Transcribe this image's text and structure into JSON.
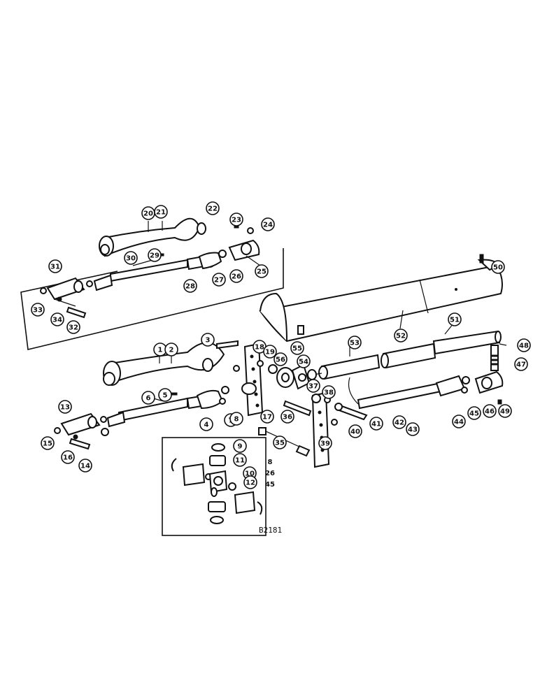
{
  "figure": {
    "reference_code": "B2181",
    "part_numbers": [
      "1",
      "2",
      "3",
      "5",
      "6",
      "4",
      "7",
      "8",
      "9",
      "10",
      "11",
      "12",
      "13",
      "14",
      "15",
      "16",
      "17",
      "18",
      "19",
      "20",
      "21",
      "22",
      "23",
      "24",
      "25",
      "26",
      "27",
      "28",
      "29",
      "30",
      "31",
      "32",
      "33",
      "34",
      "35",
      "36",
      "37",
      "38",
      "39",
      "40",
      "41",
      "42",
      "43",
      "44",
      "45",
      "46",
      "47",
      "48",
      "49",
      "50",
      "51",
      "52",
      "53",
      "54",
      "55",
      "56"
    ],
    "inset_note_numbers": [
      "8",
      "26",
      "45"
    ]
  }
}
